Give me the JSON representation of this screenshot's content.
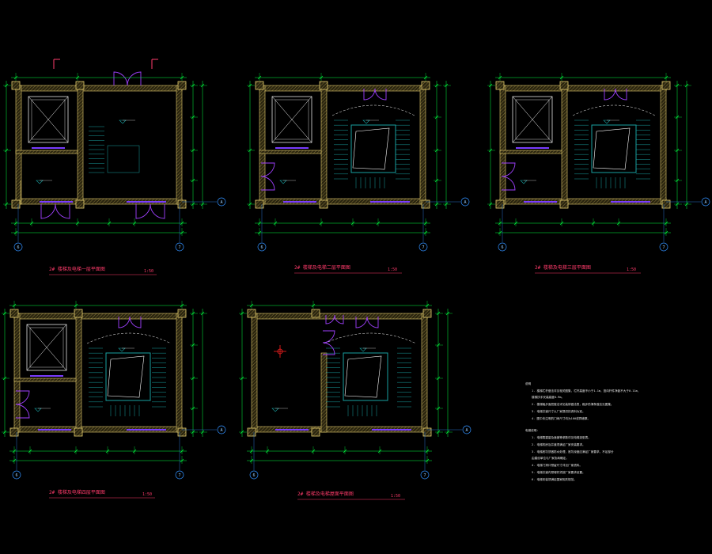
{
  "drawing": {
    "background": "#000000",
    "colors": {
      "wall": "#e8d070",
      "wall_hatch": "#9a8640",
      "dimension": "#00ff40",
      "door": "#a040ff",
      "stair": "#18a0a0",
      "window": "#7a3cff",
      "grid_bubble": "#3090ff",
      "title": "#ff3b6b",
      "elevator": "#ffffff"
    }
  },
  "plans": [
    {
      "id": "plan-1",
      "title": "2# 楼梯及电梯一层平面图",
      "scale": "1:50",
      "grid": [
        "6",
        "7"
      ],
      "row": "A"
    },
    {
      "id": "plan-2",
      "title": "2# 楼梯及电梯二层平面图",
      "scale": "1:50",
      "grid": [
        "6",
        "7"
      ],
      "row": "A"
    },
    {
      "id": "plan-3",
      "title": "2# 楼梯及电梯三层平面图",
      "scale": "1:50",
      "grid": [
        "6",
        "7"
      ],
      "row": "A"
    },
    {
      "id": "plan-4",
      "title": "2# 楼梯及电梯四层平面图",
      "scale": "1:50",
      "grid": [
        "6",
        "7"
      ],
      "row": "A"
    },
    {
      "id": "plan-5",
      "title": "2# 楼梯及电梯屋面平面图",
      "scale": "1:50",
      "grid": [
        "6",
        "7"
      ],
      "row": "A"
    }
  ],
  "notes": {
    "heading": "说明",
    "items": [
      "1. 楼梯栏杆做法详见相关图集，栏杆高度不小于1.1m，竖向杆件净距不大于0.11m，",
      "   楼梯扶手安装高度0.9m。",
      "2. 楼梯踏步面层做法详见装修做法表，踏步防滑条做法见图集。",
      "3. 电梯井道尺寸以厂家提供的资料为准。",
      "4. 图中未注明的门垛尺寸均为100或同墙厚。"
    ],
    "heading2": "电梯说明：",
    "items2": [
      "1. 电梯载重量及速度等参数详见电梯选型表。",
      "2. 电梯机房及井道须满足厂家安装要求。",
      "3. 电梯底坑须做防水处理，底坑深度应满足厂家要求，不足部分",
      "   由建设单位与厂家协商确定。",
      "4. 电梯门洞口预留尺寸详见厂家资料。",
      "5. 电梯井道内预埋件须按厂家要求设置。",
      "6. 电梯安装须满足国家相关规范。"
    ]
  }
}
